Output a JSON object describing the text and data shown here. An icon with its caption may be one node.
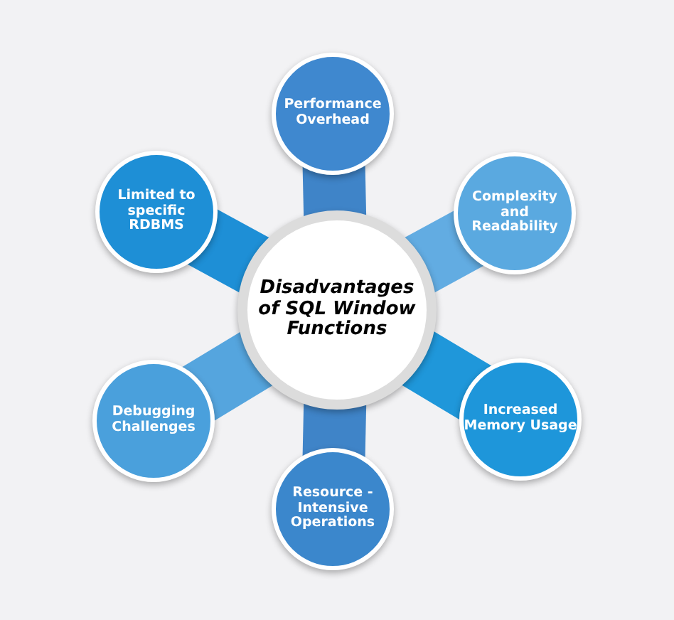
{
  "diagram": {
    "nodes": [
      {
        "text": [
          "Disadvantages of SQL Window Functions"
        ]
      },
      {
        "text": [
          "Performance Overhead"
        ]
      },
      {
        "text": [
          "Limited to specific RDBMS"
        ]
      },
      {
        "text": [
          "Complexity and Readability"
        ]
      },
      {
        "text": [
          "Debugging Challenges"
        ]
      },
      {
        "text": [
          "Increased Memory Usage"
        ]
      },
      {
        "text": [
          "Resource -Intensive Operations"
        ]
      }
    ],
    "edges": [
      {
        "from": 0,
        "to": 1,
        "arrow": "none",
        "color": "#3f84c8"
      },
      {
        "from": 0,
        "to": 2,
        "arrow": "none",
        "color": "#1e8fd6"
      },
      {
        "from": 0,
        "to": 3,
        "arrow": "none",
        "color": "#62ace2"
      },
      {
        "from": 0,
        "to": 4,
        "arrow": "none",
        "color": "#55a5de"
      },
      {
        "from": 0,
        "to": 5,
        "arrow": "none",
        "color": "#1f97da"
      },
      {
        "from": 0,
        "to": 6,
        "arrow": "none",
        "color": "#3f84c8"
      }
    ]
  }
}
